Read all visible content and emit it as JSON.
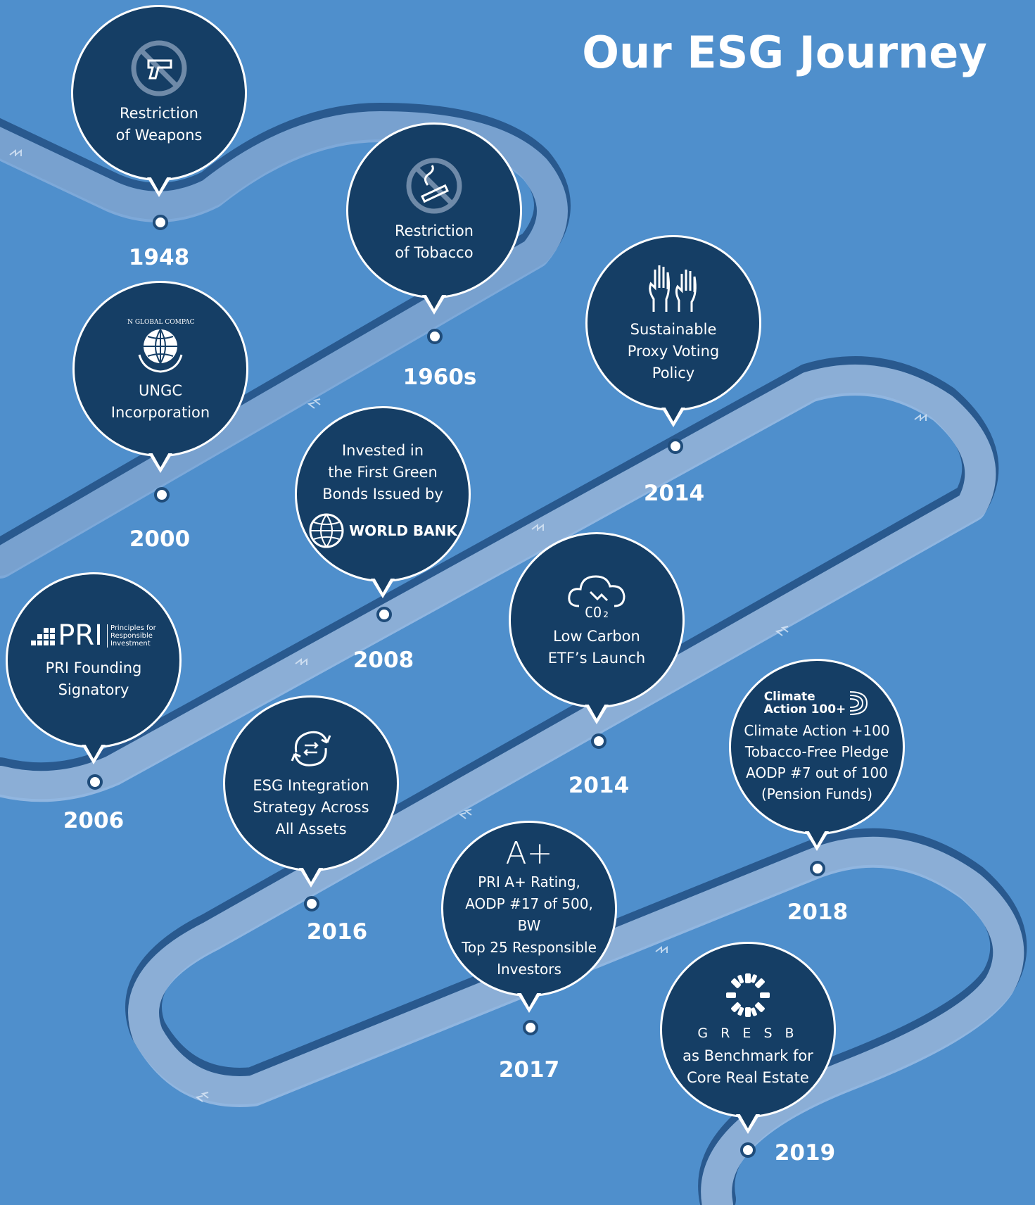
{
  "title": "Our ESG Journey",
  "colors": {
    "background": "#4f8fcc",
    "bubble_fill": "#153e65",
    "road_light": "#86aedb",
    "road_dark": "#29598e",
    "text": "#ffffff"
  },
  "milestones": [
    {
      "year": "1948",
      "text": "Restriction\nof  Weapons",
      "icon": "no-weapons-icon"
    },
    {
      "year": "1960s",
      "text": "Restriction\nof Tobacco",
      "icon": "no-smoking-icon"
    },
    {
      "year": "2014",
      "text": "Sustainable\nProxy Voting\nPolicy",
      "icon": "raised-hands-icon"
    },
    {
      "year": "2000",
      "text": "UNGC\nIncorporation",
      "icon": "un-global-compact-logo",
      "logo_text": "UN GLOBAL COMPACT"
    },
    {
      "year": "2008",
      "text": "Invested in\nthe First Green\nBonds Issued by",
      "icon": "world-bank-logo",
      "logo_text": "WORLD BANK"
    },
    {
      "year": "2014",
      "text": "Low Carbon\nETF’s Launch",
      "icon": "co2-cloud-icon",
      "logo_text": "CO₂"
    },
    {
      "year": "2006",
      "text": "PRI Founding\nSignatory",
      "icon": "pri-logo",
      "logo_text": "PRI",
      "logo_subtext": "Principles for\nResponsible\nInvestment"
    },
    {
      "year": "2016",
      "text": "ESG Integration\nStrategy Across\nAll Assets",
      "icon": "integration-cycle-icon"
    },
    {
      "year": "2018",
      "text": "Climate Action +100\nTobacco-Free Pledge\nAODP #7 out of 100\n(Pension Funds)",
      "icon": "climate-action-100-logo",
      "logo_text": "Climate\nAction 100+"
    },
    {
      "year": "2017",
      "text": "PRI A+ Rating,\nAODP #17 of 500, BW\nTop 25 Responsible\nInvestors",
      "icon": "a-plus-rating-icon",
      "logo_text": "A+"
    },
    {
      "year": "2019",
      "text": "as Benchmark for\nCore Real Estate",
      "icon": "gresb-logo",
      "logo_text": "G R E S B"
    }
  ]
}
